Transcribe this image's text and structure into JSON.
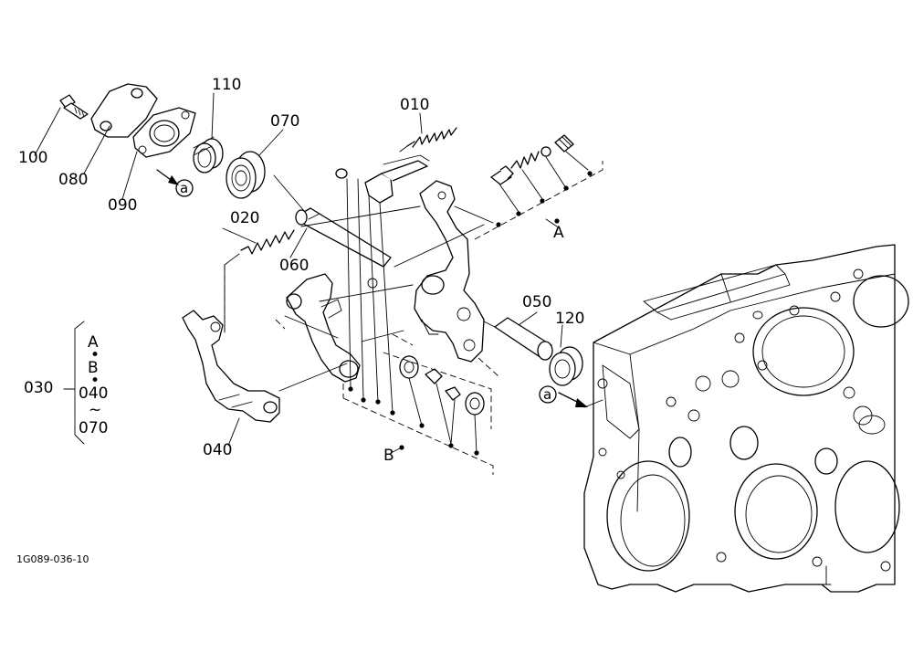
{
  "drawing_code": "1G089-036-10",
  "part_labels": {
    "p010": "010",
    "p020": "020",
    "p030": "030",
    "p040": "040",
    "p050": "050",
    "p060": "060",
    "p070": "070",
    "p080": "080",
    "p090": "090",
    "p100": "100",
    "p110": "110",
    "p120": "120"
  },
  "group_labels": {
    "A": "A",
    "B": "B"
  },
  "assembly_030": {
    "line1": "A",
    "sep1": "•",
    "line2": "B",
    "sep2": "•",
    "line3": "040",
    "range": "~",
    "line4": "070"
  },
  "reference_marks": {
    "a_top": "a",
    "a_right": "a"
  }
}
